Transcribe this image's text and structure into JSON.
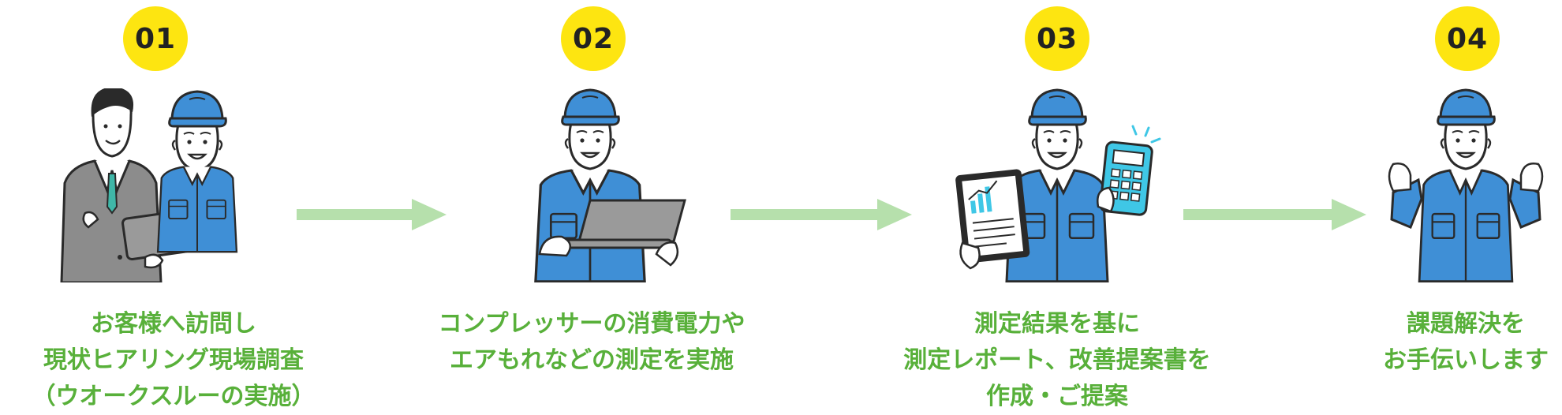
{
  "colors": {
    "badge_bg": "#fde511",
    "caption": "#58b03a",
    "arrow": "#b6e0ac",
    "uniform": "#3f8fd6",
    "outline": "#2a2a2a",
    "suit": "#8c8c8c",
    "calculator": "#3fc7e6"
  },
  "steps": [
    {
      "number": "01",
      "illustration": "customer-hearing-illustration",
      "lines": [
        "お客様へ訪問し",
        "現状ヒアリング現場調査",
        "（ウオークスルーの実施）"
      ]
    },
    {
      "number": "02",
      "illustration": "laptop-measurement-illustration",
      "lines": [
        "コンプレッサーの消費電力や",
        "エアもれなどの測定を実施"
      ]
    },
    {
      "number": "03",
      "illustration": "report-proposal-illustration",
      "lines": [
        "測定結果を基に",
        "測定レポート、改善提案書を",
        "作成・ご提案"
      ]
    },
    {
      "number": "04",
      "illustration": "problem-solved-illustration",
      "lines": [
        "課題解決を",
        "お手伝いします"
      ]
    }
  ]
}
